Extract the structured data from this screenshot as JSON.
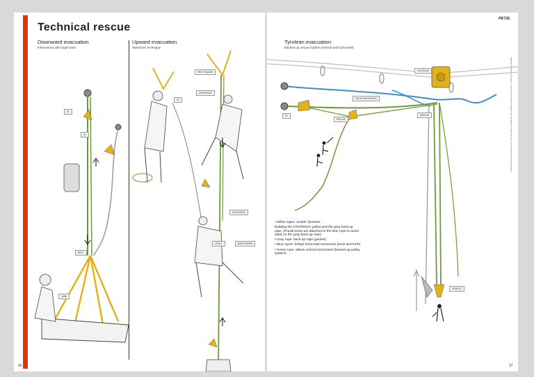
{
  "page_title": "Technical rescue",
  "sections": {
    "downward": {
      "title": "Downward evacuation",
      "subtitle": "Intervention with large team"
    },
    "upward": {
      "title": "Upward evacuation",
      "subtitle": "'Balancier' technique"
    },
    "tyrolean": {
      "title": "Tyrolean evacuation",
      "subtitle": "Backed up rescue system (vertical and horizontal)"
    }
  },
  "labels": {
    "downward": [
      "I'D",
      "I'D",
      "NEST",
      "JANE"
    ],
    "upward": [
      "PRO TRAXION",
      "ASCENSION",
      "I'D",
      "ASCENSION",
      "CROLL",
      "BASIC/ASCEN"
    ],
    "tyrolean": [
      "KOOTENAY",
      "SHUNT/ASCENSION",
      "I'D",
      "RESCUE",
      "RESCUE",
      "GRAVITÉ"
    ]
  },
  "notes": [
    "• White ropes: double Tyrolean.",
    "Building the KOOTENAY pulley and the gray back-up rope. (Prusik knots are attached to the blue rope to avoid slack on the gray back-up rope)",
    "• Gray rope: back-up rope (guided)",
    "• Blue ropes: belays horizontal movement (back and forth)",
    "• Green rope: allows vertical movement (backed-up pulley system)"
  ],
  "page_numbers": {
    "left": "36",
    "right": "37"
  },
  "logo": "PETZL",
  "side_text": "Technical rescue and evacuation: this is why we suggest you build the team training in advance of an incident. Consult local training & standards.",
  "colors": {
    "accent_red": "#d63a0c",
    "rope_green": "#6c9a38",
    "rope_blue": "#3a8fc8",
    "equipment_yellow": "#e3b21a",
    "rope_gray": "#9a9a9a"
  }
}
